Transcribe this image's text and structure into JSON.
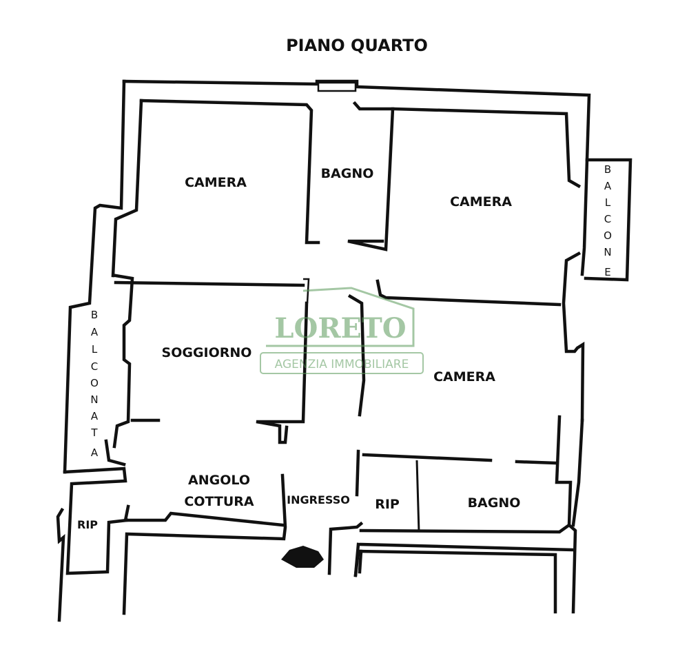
{
  "title": "PIANO QUARTO",
  "rooms": {
    "camera_nw": "CAMERA",
    "bagno_n": "BAGNO",
    "camera_ne": "CAMERA",
    "soggiorno": "SOGGIORNO",
    "camera_e": "CAMERA",
    "angolo": "ANGOLO",
    "cottura": "COTTURA",
    "ingresso": "INGRESSO",
    "rip_c": "RIP",
    "bagno_s": "BAGNO",
    "rip_w": "RIP"
  },
  "balcone": [
    "B",
    "A",
    "L",
    "C",
    "O",
    "N",
    "E"
  ],
  "balconata": [
    "B",
    "A",
    "L",
    "C",
    "O",
    "N",
    "A",
    "T",
    "A"
  ],
  "watermark": {
    "logo": "LORETO",
    "agency": "AGENZIA IMMOBILIARE",
    "color": "#5a9a5a"
  }
}
